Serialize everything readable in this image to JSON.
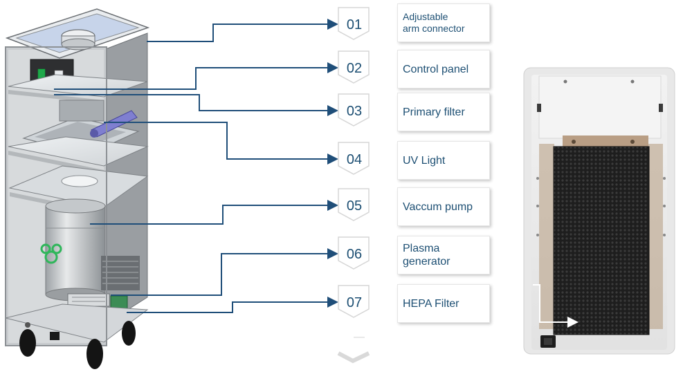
{
  "components": [
    {
      "number": "01",
      "label": "Adjustable\narm connector"
    },
    {
      "number": "02",
      "label": "Control panel"
    },
    {
      "number": "03",
      "label": "Primary filter"
    },
    {
      "number": "04",
      "label": "UV Light"
    },
    {
      "number": "05",
      "label": "Vaccum pump"
    },
    {
      "number": "06",
      "label": "Plasma\ngenerator"
    },
    {
      "number": "07",
      "label": "HEPA Filter"
    }
  ],
  "colors": {
    "leader_line": "#1f4e79",
    "number_text": "#1d4f73",
    "label_text": "#1d4f73",
    "cabinet_frame": "#b9bcbf",
    "filter_mesh": "#2a2a2a"
  },
  "icons": {
    "step_marker": "chevron-badge-icon",
    "arrow": "arrow-right-icon"
  }
}
